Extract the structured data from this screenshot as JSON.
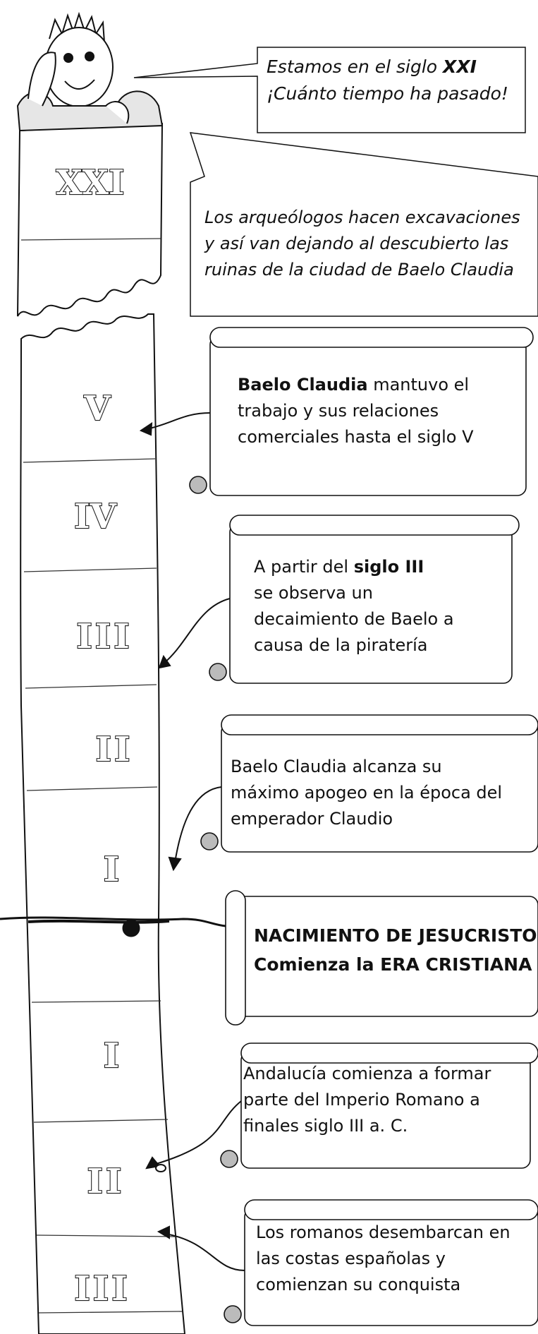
{
  "speech_bubbles": [
    {
      "line1_prefix": "Estamos en el siglo ",
      "line1_bold": "XXI",
      "line2": "¡Cuánto tiempo ha pasado!"
    },
    {
      "lines": [
        "Los arqueólogos hacen excavaciones",
        "y así van dejando al descubierto las",
        "ruinas de la ciudad de Baelo Claudia"
      ]
    }
  ],
  "scrolls": [
    {
      "bold": "Baelo Claudia",
      "rest_line1": " mantuvo el",
      "lines": [
        "trabajo y sus relaciones",
        "comerciales hasta el siglo V"
      ]
    },
    {
      "line1_prefix": "A partir del ",
      "line1_bold": "siglo III",
      "lines": [
        "se observa un",
        "decaimiento de Baelo a",
        "causa de la piratería"
      ]
    },
    {
      "lines": [
        "Baelo Claudia alcanza su",
        "máximo apogeo en la época del",
        "emperador Claudio"
      ]
    },
    {
      "lines": [
        "NACIMIENTO DE JESUCRISTO",
        "Comienza la ERA CRISTIANA"
      ]
    },
    {
      "lines": [
        "Andalucía comienza a formar",
        "parte del Imperio Romano a",
        "finales siglo III a. C."
      ]
    },
    {
      "lines": [
        "Los romanos desembarcan en",
        "las costas españolas y",
        "comienzan su conquista"
      ]
    }
  ],
  "timeline_centuries": [
    "XXI",
    "V",
    "IV",
    "III",
    "II",
    "I",
    "I",
    "II",
    "III"
  ]
}
